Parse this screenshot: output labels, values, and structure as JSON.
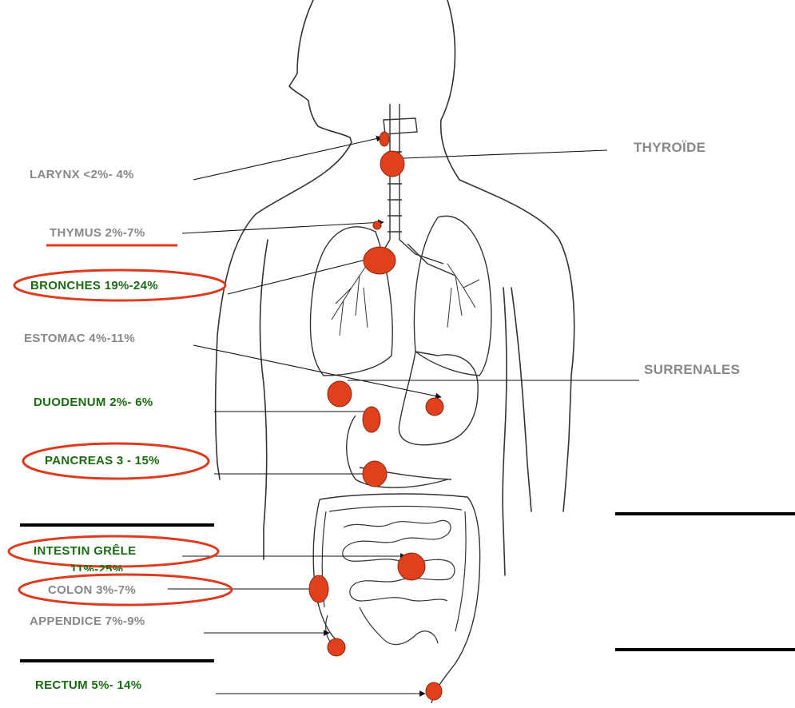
{
  "colors": {
    "outline": "#333333",
    "tumor": "#e0401b",
    "tumor_stroke": "#8a2a10",
    "highlight": "#e03a1e",
    "grey_label": "#888888",
    "green_label": "#1a6b12",
    "bar": "#000000"
  },
  "labels": {
    "larynx": "LARYNX  <2%- 4%",
    "thymus": "THYMUS  2%-7%",
    "bronches": "BRONCHES  19%-24%",
    "estomac": "ESTOMAC 4%-11%",
    "duodenum": "DUODENUM  2%- 6%",
    "pancreas": "PANCREAS  3 - 15%",
    "intestin": "INTESTIN GRÊLE",
    "intestin_pct": "11%-25%",
    "colon": "COLON  3%-7%",
    "appendice": "APPENDICE  7%-9%",
    "rectum": "RECTUM 5%-  14%",
    "thyroide": "THYROÏDE",
    "surrenales": "SURRENALES"
  }
}
